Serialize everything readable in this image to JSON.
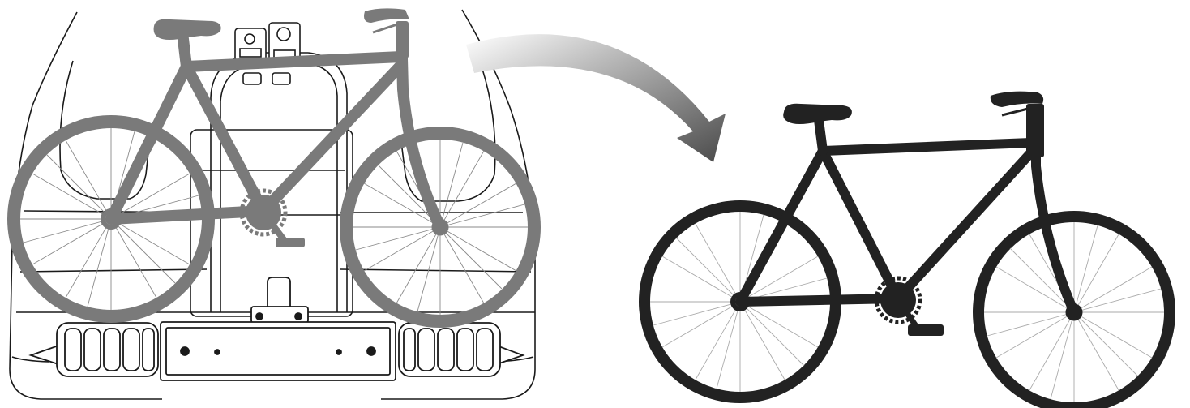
{
  "illustration": {
    "left_panel": {
      "subject": "bike-mounted-on-rear-rack",
      "bike_color": "#7a7a7a",
      "line_color": "#1a1a1a"
    },
    "arrow": {
      "direction": "left-to-right-curved-down",
      "gradient_start": "#ffffff",
      "gradient_end": "#555555"
    },
    "right_panel": {
      "subject": "standalone-bike",
      "bike_color": "#222222",
      "spoke_color": "#aaaaaa"
    }
  }
}
